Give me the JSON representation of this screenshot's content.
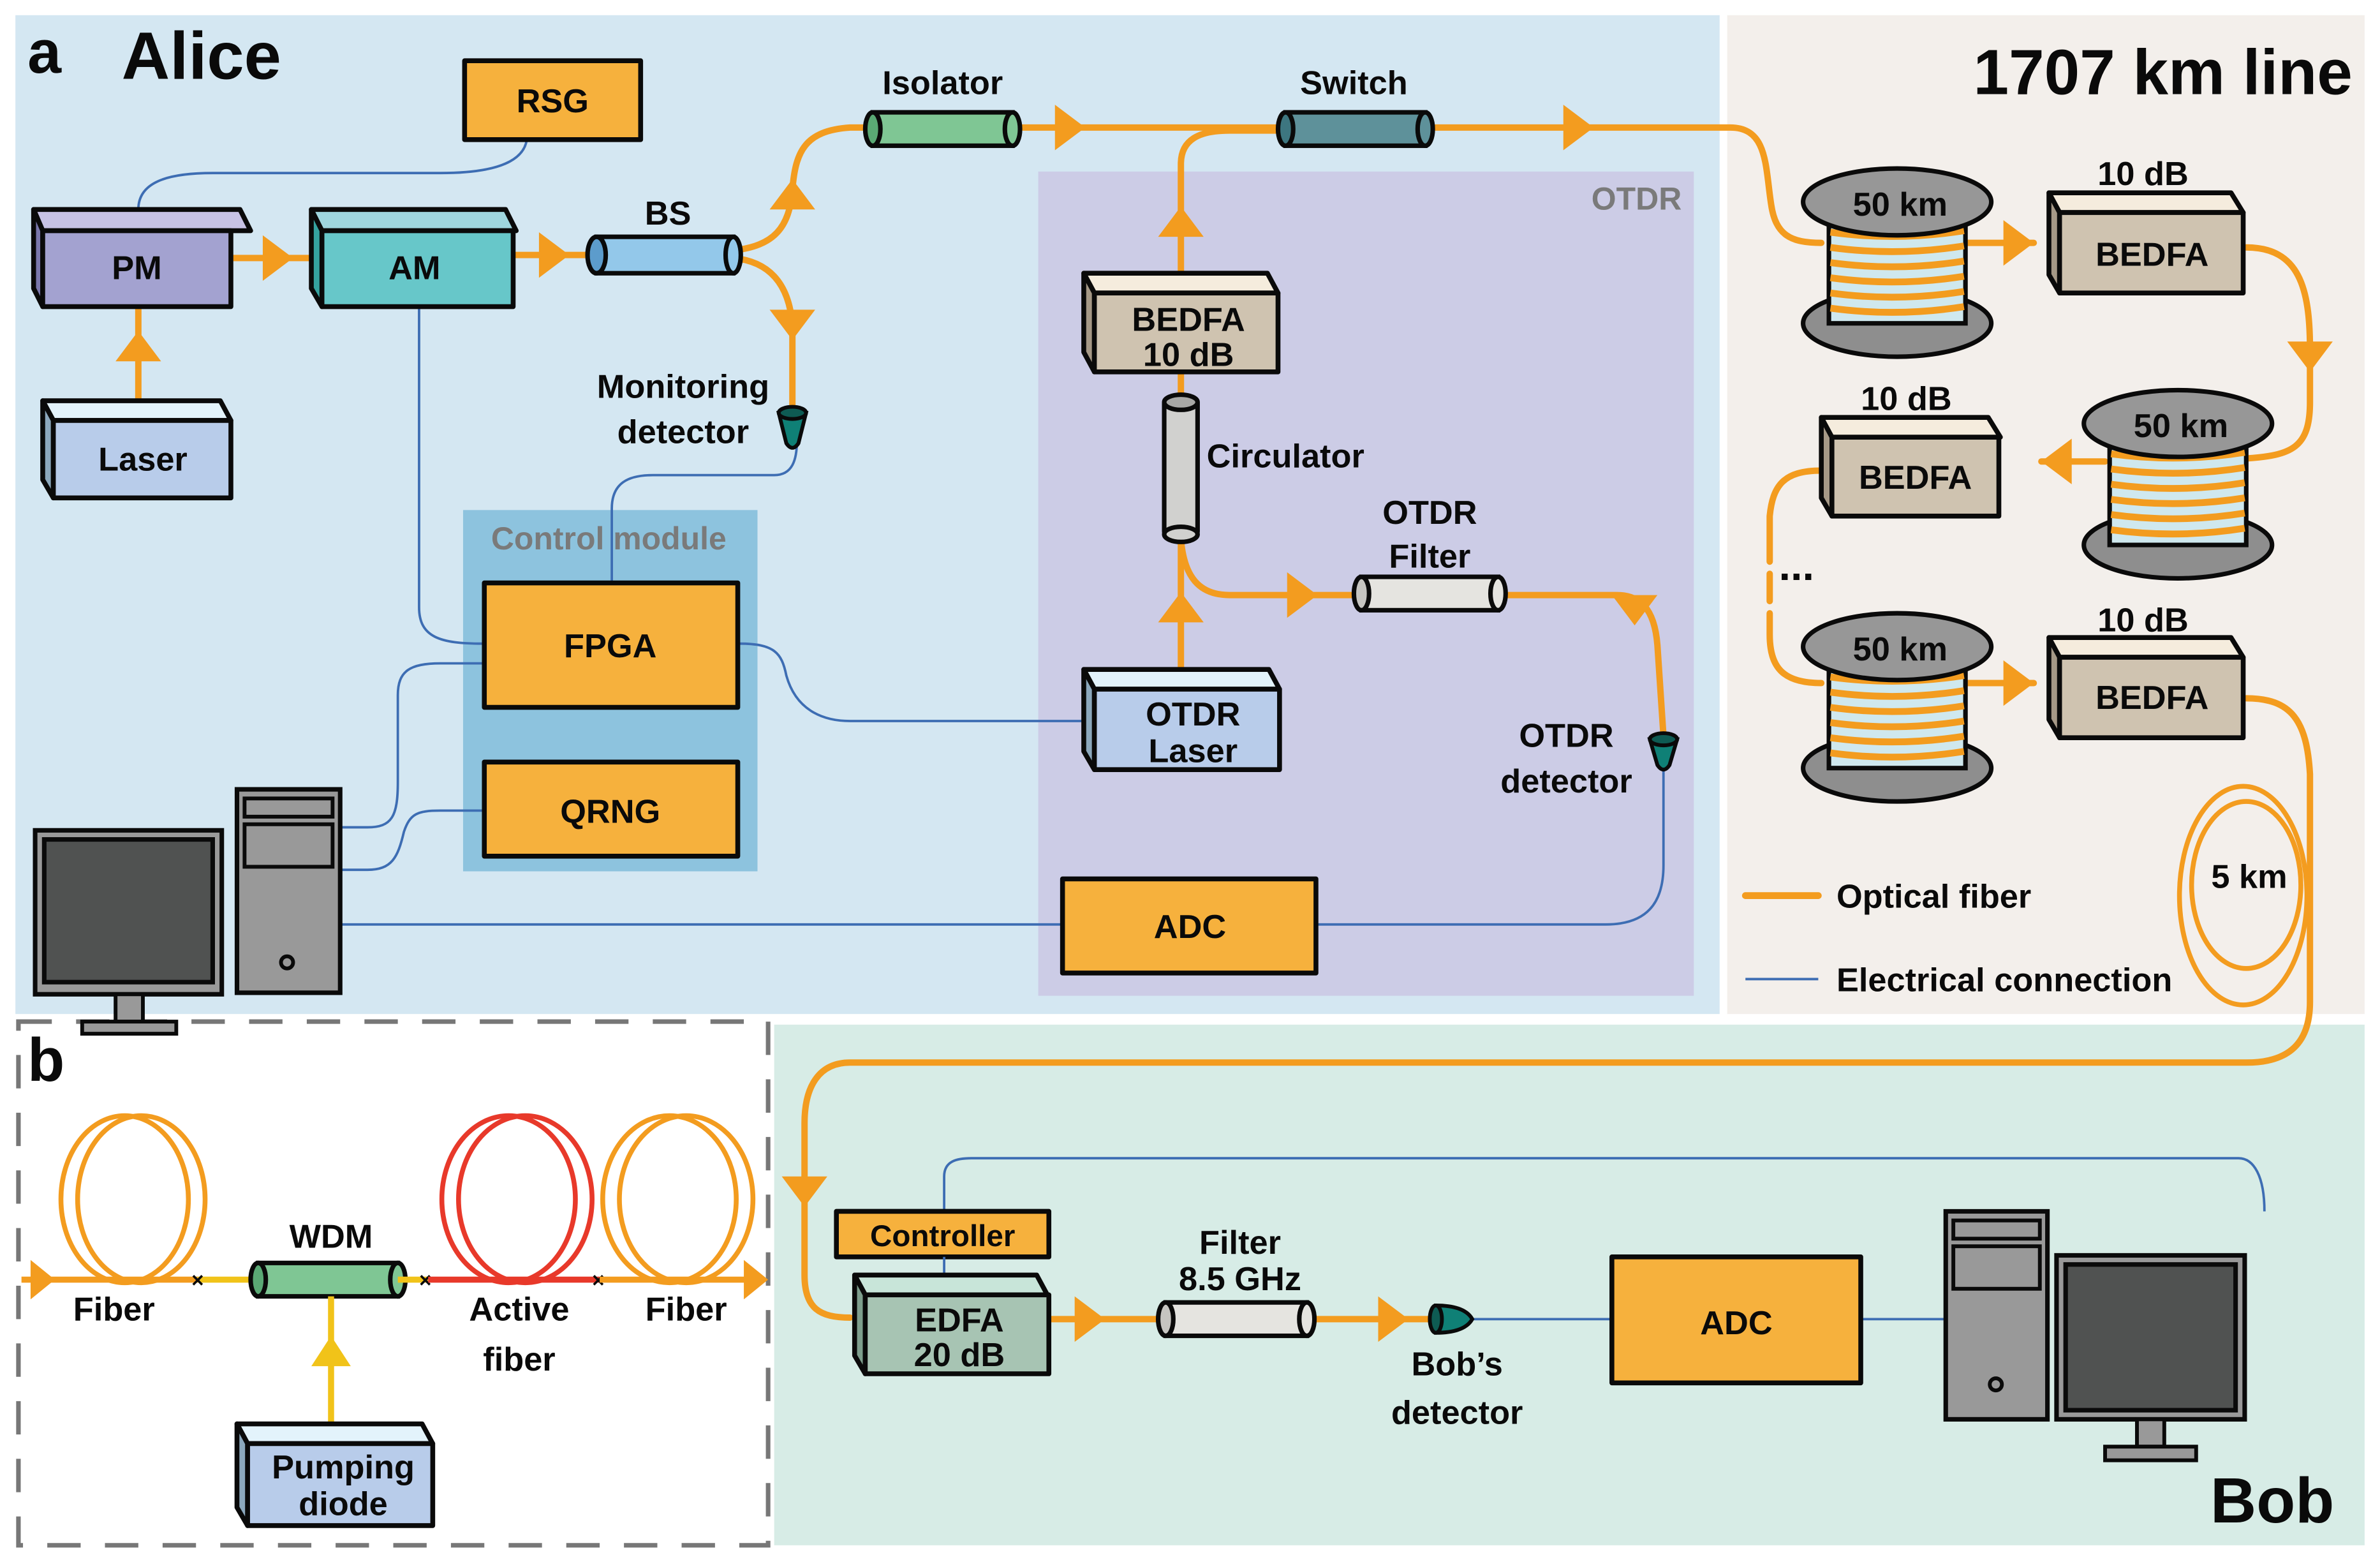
{
  "colors": {
    "alice_bg": "#d4e7f2",
    "line_bg": "#f3efeb",
    "bob_bg": "#d7ece6",
    "otdr_bg": "#ccccE6",
    "control_bg": "#8dc3de",
    "optical_fiber": "#f39c1f",
    "electrical": "#3d6db3",
    "orange_box": "#f6b13d",
    "bedfa_box": "#cfc3b0",
    "active_fiber": "#e8392a",
    "pump_line": "#f1c319"
  },
  "panel_a": {
    "letter": "a",
    "alice_title": "Alice",
    "line_title": "1707 km line",
    "bob_title": "Bob",
    "components": {
      "rsg": "RSG",
      "pm": "PM",
      "am": "AM",
      "laser": "Laser",
      "bs": "BS",
      "isolator": "Isolator",
      "switch": "Switch",
      "monitoring_detector_line1": "Monitoring",
      "monitoring_detector_line2": "detector",
      "control_module": "Control module",
      "fpga": "FPGA",
      "qrng": "QRNG",
      "otdr_region": "OTDR",
      "otdr_bedfa_line1": "BEDFA",
      "otdr_bedfa_line2": "10 dB",
      "circulator": "Circulator",
      "otdr_filter_line1": "OTDR",
      "otdr_filter_line2": "Filter",
      "otdr_laser_line1": "OTDR",
      "otdr_laser_line2": "Laser",
      "otdr_detector_line1": "OTDR",
      "otdr_detector_line2": "detector",
      "alice_adc": "ADC"
    },
    "line": {
      "spools": [
        {
          "label": "50 km"
        },
        {
          "label": "50 km"
        },
        {
          "label": "50 km"
        }
      ],
      "amplifiers": [
        {
          "gain": "10 dB",
          "label": "BEDFA"
        },
        {
          "gain": "10 dB",
          "label": "BEDFA"
        },
        {
          "gain": "10 dB",
          "label": "BEDFA"
        }
      ],
      "ellipsis": "...",
      "extra_coil": "5 km"
    },
    "legend": {
      "optical": "Optical fiber",
      "electrical": "Electrical connection"
    },
    "bob": {
      "controller": "Controller",
      "edfa_line1": "EDFA",
      "edfa_line2": "20 dB",
      "filter_line1": "Filter",
      "filter_line2": "8.5 GHz",
      "detector_line1": "Bob’s",
      "detector_line2": "detector",
      "adc": "ADC"
    }
  },
  "panel_b": {
    "letter": "b",
    "wdm": "WDM",
    "fiber_left": "Fiber",
    "active_fiber_line1": "Active",
    "active_fiber_line2": "fiber",
    "fiber_right": "Fiber",
    "pump_line1": "Pumping",
    "pump_line2": "diode"
  }
}
